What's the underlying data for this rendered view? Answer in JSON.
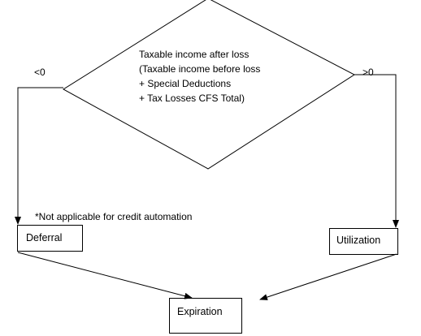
{
  "decision": {
    "lines": [
      "Taxable income after loss",
      "(Taxable income before loss",
      " + Special Deductions",
      " + Tax Losses CFS Total)"
    ]
  },
  "branches": {
    "left_label": "<0",
    "right_label": ">0"
  },
  "note": "*Not applicable for credit automation",
  "nodes": {
    "deferral": "Deferral",
    "utilization": "Utilization",
    "expiration": "Expiration"
  }
}
